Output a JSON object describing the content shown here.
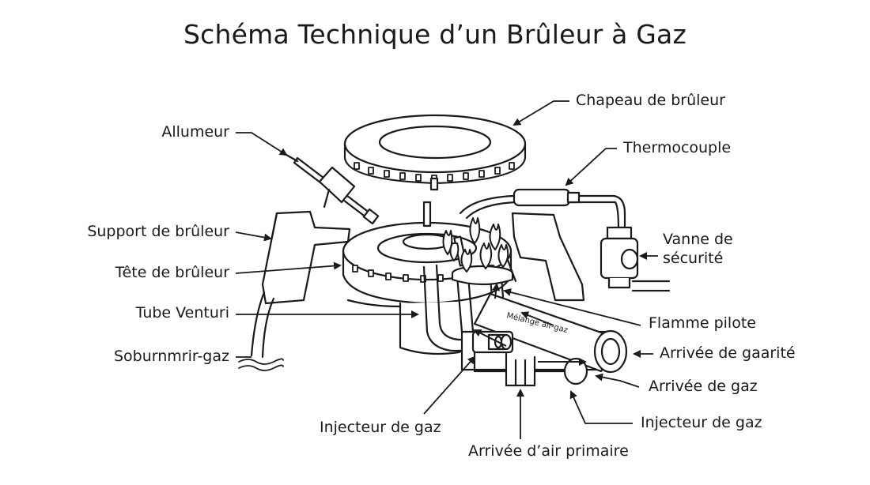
{
  "title": "Schéma Technique d’un Brûleur à Gaz",
  "labels": {
    "chapeau": "Chapeau de brûleur",
    "allumeur": "Allumeur",
    "thermocouple": "Thermocouple",
    "support": "Support de brûleur",
    "vanne_line1": "Vanne de",
    "vanne_line2": "sécurité",
    "tete": "Tête de brûleur",
    "venturi": "Tube Venturi",
    "flamme": "Flamme pilote",
    "soburn": "Soburnmrir-gaz",
    "arrivee_garite": "Arrivée de gaarité",
    "arrivee_gaz": "Arrivée de gaz",
    "injecteur_left": "Injecteur de gaz",
    "injecteur_right": "Injecteur de gaz",
    "air_primaire": "Arrivée d’air primaire",
    "melange": "Mélange air-gaz"
  }
}
